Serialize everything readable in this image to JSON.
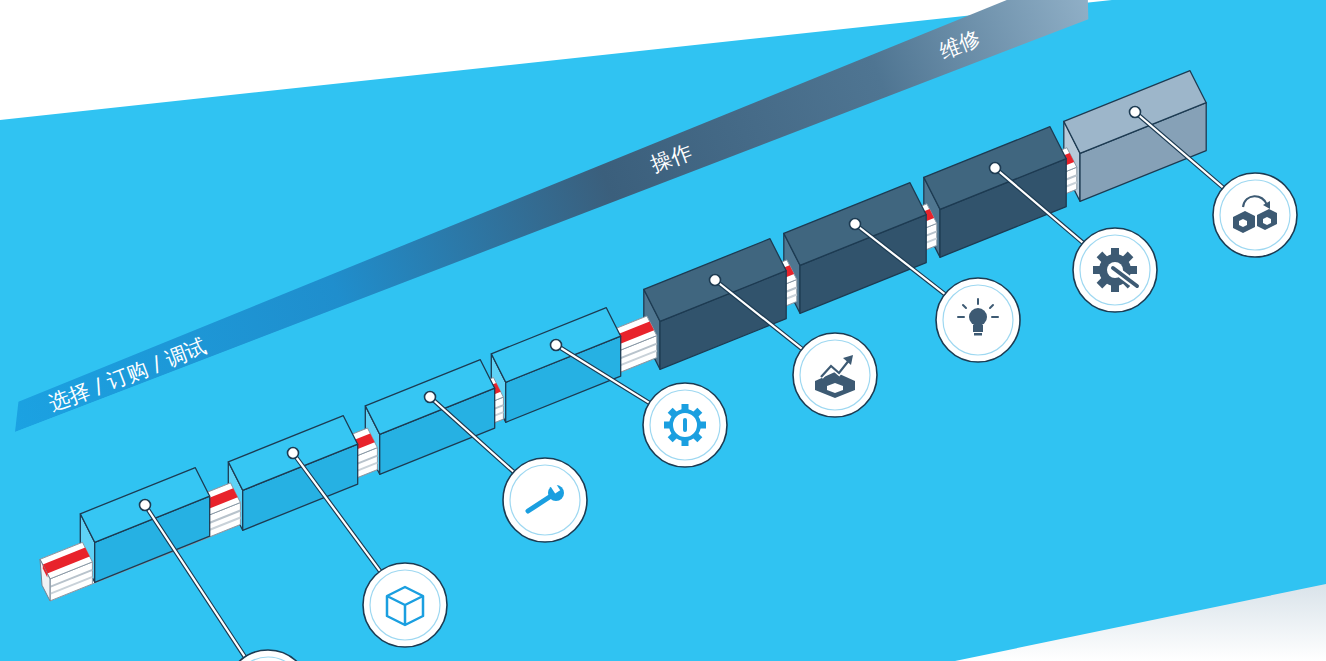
{
  "diagram": {
    "nodes": [
      {
        "text": [
          "选择 / 订购 / 调试",
          "操作",
          "维修"
        ]
      }
    ]
  }
}
